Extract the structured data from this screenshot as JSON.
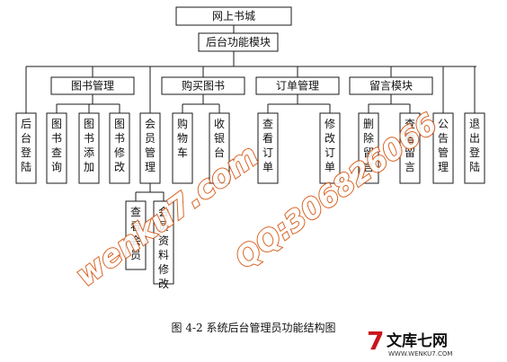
{
  "diagram": {
    "root": "网上书城",
    "module": "后台功能模块",
    "groups": [
      {
        "label": "图书管理",
        "children": [
          "图书查询",
          "图书添加",
          "图书修改"
        ]
      },
      {
        "label": "购买图书",
        "children": [
          "购物车",
          "收银台"
        ]
      },
      {
        "label": "订单管理",
        "children": [
          "查看订单",
          "修改订单"
        ]
      },
      {
        "label": "留言模块",
        "children": [
          "删除留言",
          "查看留言"
        ]
      }
    ],
    "leaves": [
      "后台登陆",
      "会员管理",
      "公告管理",
      "退出登陆"
    ],
    "member_children": [
      "查看会员",
      "会员资料修改"
    ]
  },
  "caption": "图 4-2    系统后台管理员功能结构图",
  "watermark": {
    "text_main": "wenku7.com",
    "text_qq": "QQ:306826066",
    "logo_text": "文库七网",
    "logo_url": "WWW.WENKU7.COM",
    "colors": {
      "stroke": "#d24a00",
      "fill": "#ffffff",
      "logo_red": "#c8161d"
    }
  }
}
